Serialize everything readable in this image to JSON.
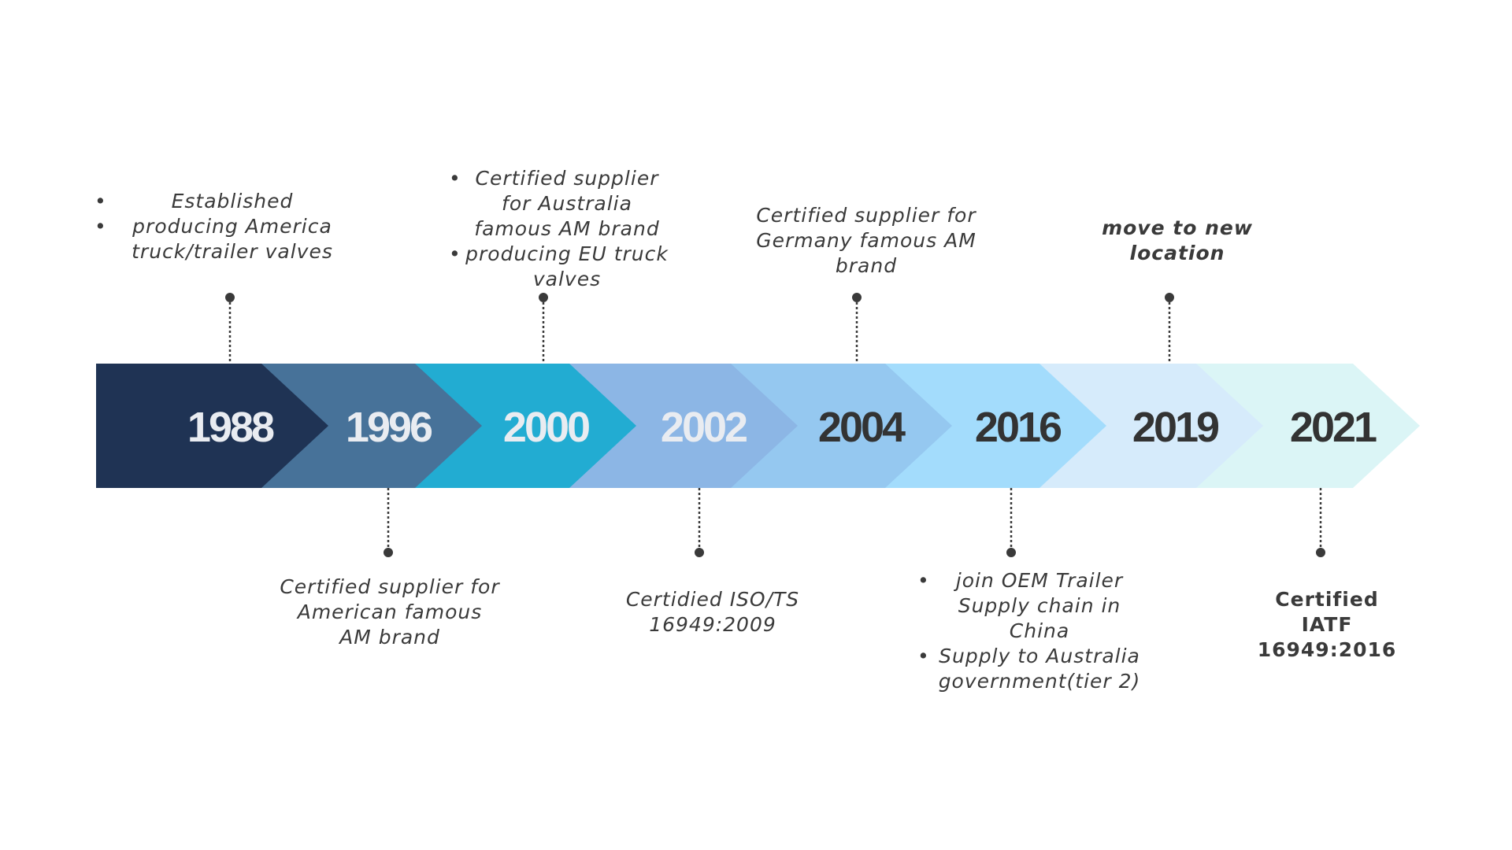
{
  "timeline": {
    "milestones": [
      {
        "year": "1988",
        "color": "#1f3354",
        "text_color": "#e9ecf1",
        "side": "top",
        "bullets": [
          "Established",
          "producing America truck/trailer valves"
        ],
        "text": ""
      },
      {
        "year": "1996",
        "color": "#477299",
        "text_color": "#e9ecf1",
        "side": "bottom",
        "bullets": [],
        "text": "Certified supplier for American famous AM brand"
      },
      {
        "year": "2000",
        "color": "#22acd2",
        "text_color": "#e9ecf1",
        "side": "top",
        "bullets": [
          "Certified supplier for Australia famous AM brand",
          "producing EU truck valves"
        ],
        "text": ""
      },
      {
        "year": "2002",
        "color": "#8cb6e5",
        "text_color": "#e9ecf1",
        "side": "bottom",
        "bullets": [],
        "text": "Certidied ISO/TS 16949:2009"
      },
      {
        "year": "2004",
        "color": "#95c8f0",
        "text_color": "#333333",
        "side": "top",
        "bullets": [],
        "text": "Certified supplier for Germany famous AM brand"
      },
      {
        "year": "2016",
        "color": "#a3dcfc",
        "text_color": "#333333",
        "side": "bottom",
        "bullets": [
          "join OEM Trailer Supply chain in China",
          "Supply to Australia government(tier 2)"
        ],
        "text": ""
      },
      {
        "year": "2019",
        "color": "#d6ebfb",
        "text_color": "#333333",
        "side": "top",
        "bullets": [],
        "text": "move to new location"
      },
      {
        "year": "2021",
        "color": "#dbf5f6",
        "text_color": "#333333",
        "side": "bottom",
        "bullets": [],
        "text": "Certified IATF 16949:2016"
      }
    ],
    "connector_color": "#3a3a3a"
  }
}
